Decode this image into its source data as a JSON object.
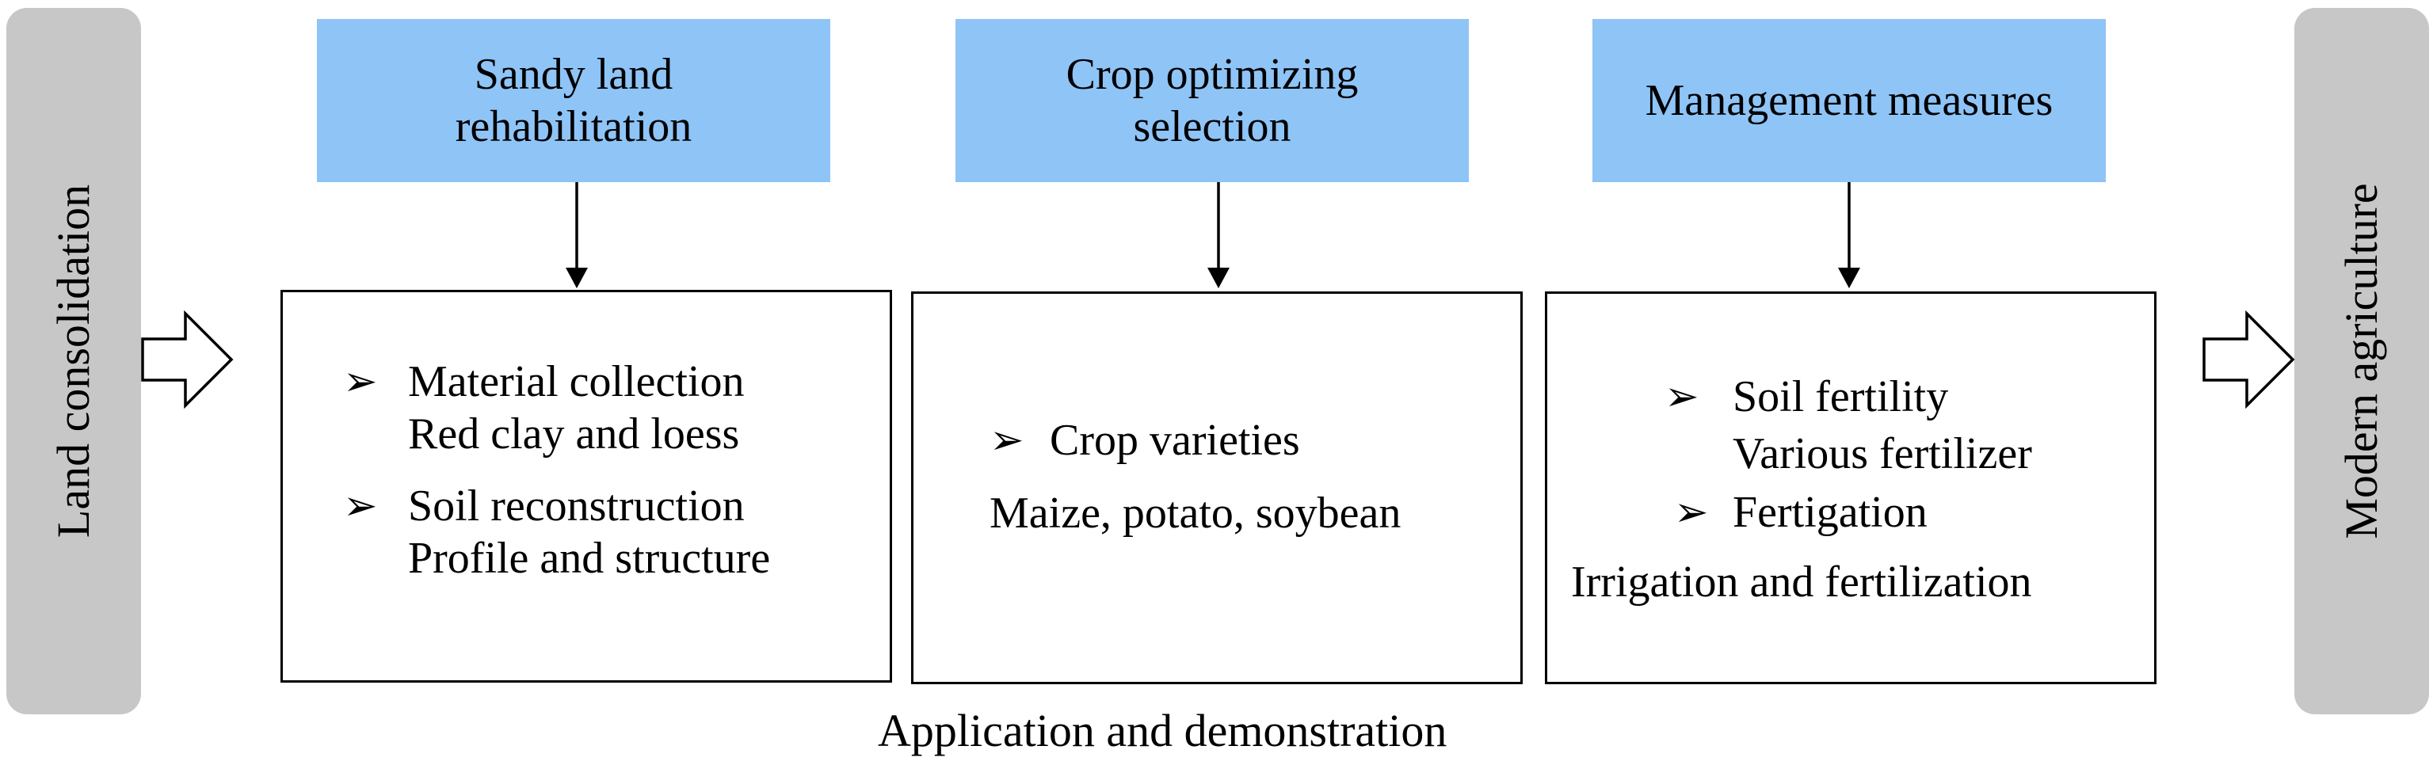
{
  "side_left": {
    "label": "Land consolidation"
  },
  "side_right": {
    "label": "Modern agriculture"
  },
  "columns": [
    {
      "header": "Sandy land rehabilitation",
      "items": [
        {
          "title": "Material collection",
          "detail": "Red clay and loess"
        },
        {
          "title": "Soil reconstruction",
          "detail": "Profile and structure"
        }
      ]
    },
    {
      "header": "Crop optimizing selection",
      "items": [
        {
          "title": "Crop varieties",
          "detail": "Maize, potato, soybean"
        }
      ]
    },
    {
      "header": "Management measures",
      "items": [
        {
          "title": "Soil fertility",
          "detail": "Various fertilizer"
        },
        {
          "title": "Fertigation",
          "detail": "Irrigation and fertilization"
        }
      ]
    }
  ],
  "footer": {
    "label": "Application and demonstration"
  },
  "colors": {
    "header_fill": "#8fc4f7",
    "side_fill": "#c7c7c7"
  },
  "icons": {
    "bullet": "arrowhead-bullet-icon",
    "flow": "hollow-right-arrow-icon"
  }
}
